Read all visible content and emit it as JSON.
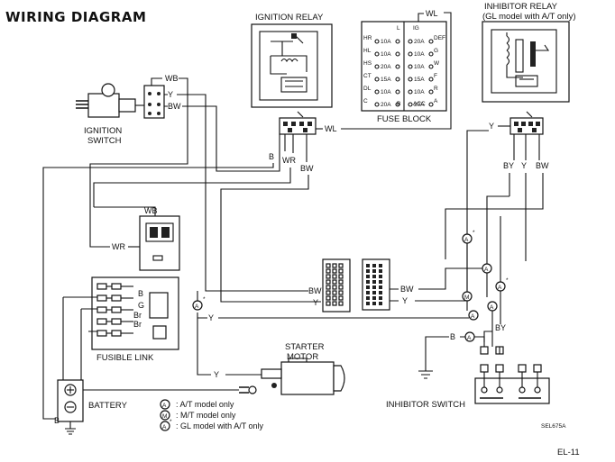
{
  "title": "WIRING DIAGRAM",
  "page_number": "EL-11",
  "figure_code": "SEL675A",
  "components": {
    "ignition_relay": "IGNITION RELAY",
    "fuse_block": "FUSE BLOCK",
    "inhibitor_relay_line1": "INHIBITOR RELAY",
    "inhibitor_relay_line2": "(GL model with A/T only)",
    "ignition_switch_line1": "IGNITION",
    "ignition_switch_line2": "SWITCH",
    "fusible_link": "FUSIBLE LINK",
    "battery": "BATTERY",
    "starter_line1": "STARTER",
    "starter_line2": "MOTOR",
    "inhibitor_switch": "INHIBITOR SWITCH"
  },
  "wire_colors": {
    "WL": "WL",
    "WB": "WB",
    "Y": "Y",
    "BW": "BW",
    "WR": "WR",
    "B": "B",
    "BY": "BY",
    "G": "G",
    "Br": "Br"
  },
  "fuses": {
    "left": [
      {
        "label": "HR",
        "rating": "10A"
      },
      {
        "label": "HL",
        "rating": "10A"
      },
      {
        "label": "HS",
        "rating": "20A"
      },
      {
        "label": "CT",
        "rating": "15A"
      },
      {
        "label": "DL",
        "rating": "10A"
      },
      {
        "label": "C",
        "rating": "20A"
      }
    ],
    "right": [
      {
        "label": "DEF",
        "rating": "20A"
      },
      {
        "label": "G",
        "rating": "10A"
      },
      {
        "label": "W",
        "rating": "10A"
      },
      {
        "label": "F",
        "rating": "15A"
      },
      {
        "label": "R",
        "rating": "10A"
      },
      {
        "label": "A",
        "rating": "20A"
      }
    ],
    "top_left": "L",
    "top_right": "IG",
    "bottom_left": "B",
    "bottom_right": "ACC"
  },
  "legend": [
    {
      "symbol": "A",
      "text": "A/T model only"
    },
    {
      "symbol": "M",
      "text": "M/T model only"
    },
    {
      "symbol": "A",
      "text": "GL model with A/T only",
      "starred": true
    }
  ],
  "markers": {
    "A": "A",
    "M": "M",
    "star": "*"
  }
}
